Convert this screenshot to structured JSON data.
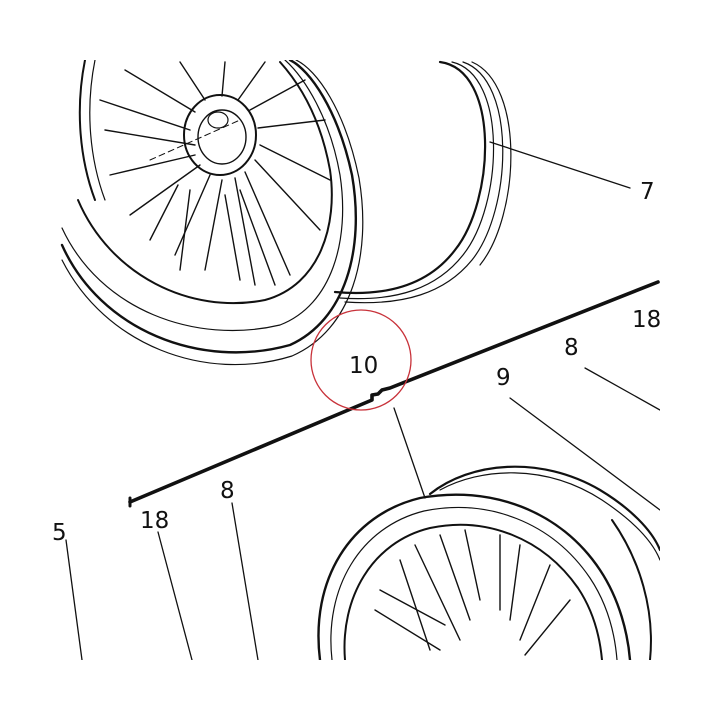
{
  "diagram": {
    "kind": "exploded parts diagram",
    "highlight_color": "#c8323a",
    "ink_color": "#111111",
    "callouts": [
      {
        "id": "c7",
        "text": "7"
      },
      {
        "id": "c18_right",
        "text": "18"
      },
      {
        "id": "c8_right",
        "text": "8"
      },
      {
        "id": "c9",
        "text": "9"
      },
      {
        "id": "c10",
        "text": "10"
      },
      {
        "id": "c8_left",
        "text": "8"
      },
      {
        "id": "c18_left",
        "text": "18"
      },
      {
        "id": "c5",
        "text": "5"
      }
    ]
  }
}
